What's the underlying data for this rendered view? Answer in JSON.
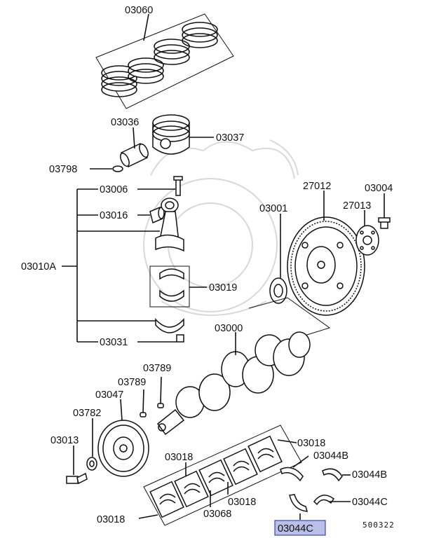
{
  "labels": {
    "p03060": "03060",
    "p03036": "03036",
    "p03037": "03037",
    "p03798": "03798",
    "p03006": "03006",
    "p03016": "03016",
    "p03010A": "03010A",
    "p03019": "03019",
    "p03031": "03031",
    "p03000": "03000",
    "p03001": "03001",
    "p27012": "27012",
    "p27013": "27013",
    "p03004": "03004",
    "p03789a": "03789",
    "p03789b": "03789",
    "p03047": "03047",
    "p03782": "03782",
    "p03013": "03013",
    "p03018a": "03018",
    "p03018b": "03018",
    "p03018c": "03018",
    "p03018d": "03018",
    "p03068": "03068",
    "p03044B_a": "03044B",
    "p03044B_b": "03044B",
    "p03044C_a": "03044C",
    "p03044C_highlight": "03044C"
  },
  "figure_number": "500322",
  "colors": {
    "line": "#111111",
    "highlight_fill": "#b9bfe6",
    "highlight_border": "#3b4aa8",
    "watermark": "#d8d8d8"
  }
}
